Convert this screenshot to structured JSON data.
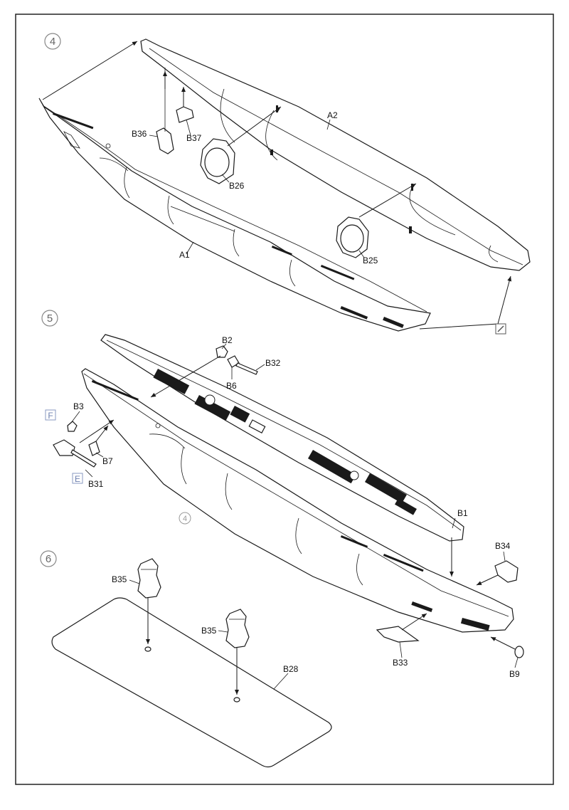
{
  "steps": [
    {
      "number": "4"
    },
    {
      "number": "5"
    },
    {
      "number": "6"
    }
  ],
  "step4": {
    "labels": {
      "a2": "A2",
      "a1": "A1",
      "b36": "B36",
      "b37": "B37",
      "b26": "B26",
      "b25": "B25"
    }
  },
  "step5": {
    "labels": {
      "b2": "B2",
      "b32": "B32",
      "b6": "B6",
      "b3": "B3",
      "b7": "B7",
      "b31": "B31",
      "b1": "B1",
      "b34": "B34",
      "b33": "B33",
      "b9": "B9"
    },
    "tags": {
      "f": "F",
      "e": "E"
    },
    "hull_ref": "4"
  },
  "step6": {
    "labels": {
      "b35_a": "B35",
      "b35_b": "B35",
      "b28": "B28"
    }
  }
}
